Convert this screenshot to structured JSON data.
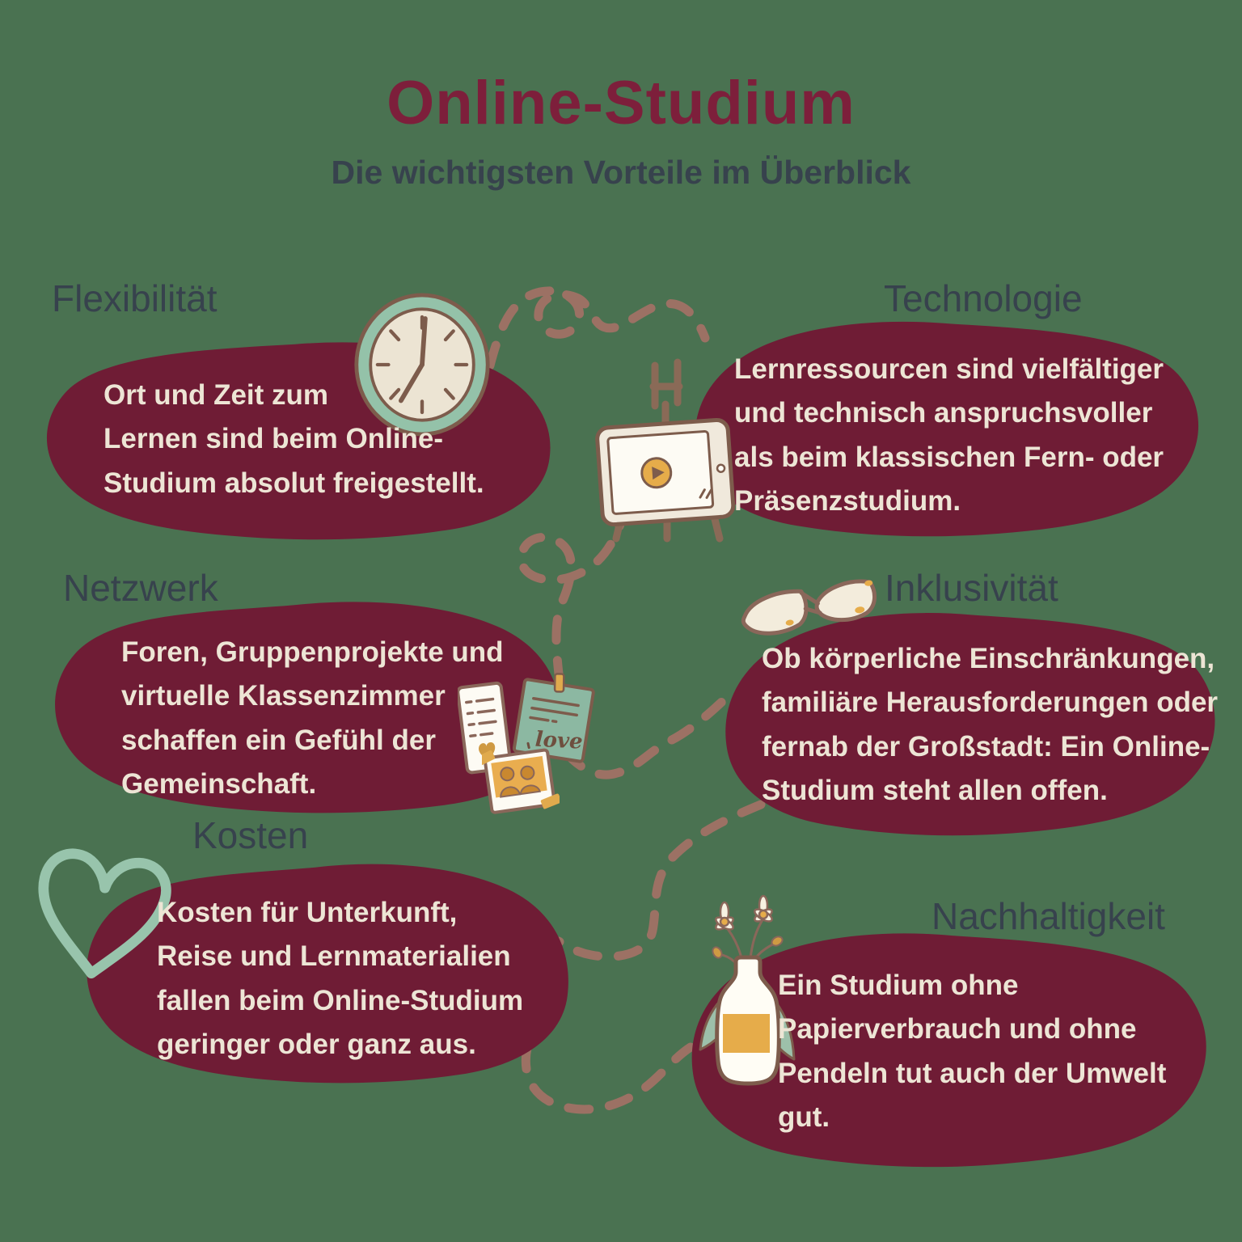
{
  "page": {
    "title": "Online-Studium",
    "subtitle": "Die wichtigsten Vorteile im Überblick"
  },
  "colors": {
    "background": "#4a7251",
    "blob": "#6f1c35",
    "title": "#7d1f3b",
    "heading": "#37424d",
    "body_text": "#ede5d5",
    "mint": "#94c2a9",
    "outline_brown": "#7d5c4c",
    "dash_brown": "#9c7164",
    "accent_yellow": "#e6ac4a"
  },
  "sections": [
    {
      "heading": "Flexibilität",
      "text": "Ort und Zeit zum\nLernen sind beim Online-\nStudium absolut freigestellt.",
      "icon": "clock-icon"
    },
    {
      "heading": "Technologie",
      "text": "Lernressourcen sind vielfältiger\nund technisch anspruchsvoller\nals beim klassischen Fern- oder\nPräsenzstudium.",
      "icon": "easel-tablet-icon"
    },
    {
      "heading": "Netzwerk",
      "text": "Foren, Gruppenprojekte und\nvirtuelle Klassenzimmer\nschaffen ein Gefühl der\nGemeinschaft.",
      "icon": "pinned-notes-icon"
    },
    {
      "heading": "Inklusivität",
      "text": "Ob körperliche Einschränkungen,\nfamiliäre Herausforderungen oder\nfernab der Großstadt: Ein Online-\nStudium steht allen offen.",
      "icon": "glasses-icon"
    },
    {
      "heading": "Kosten",
      "text": "Kosten für Unterkunft,\nReise und Lernmaterialien\nfallen beim Online-Studium\ngeringer oder ganz aus.",
      "icon": "heart-icon"
    },
    {
      "heading": "Nachhaltigkeit",
      "text": "Ein Studium ohne\nPapierverbrauch und ohne\nPendeln tut auch der Umwelt\ngut.",
      "icon": "vase-flowers-icon"
    }
  ],
  "decorations": {
    "sticky_note_word": "love"
  }
}
